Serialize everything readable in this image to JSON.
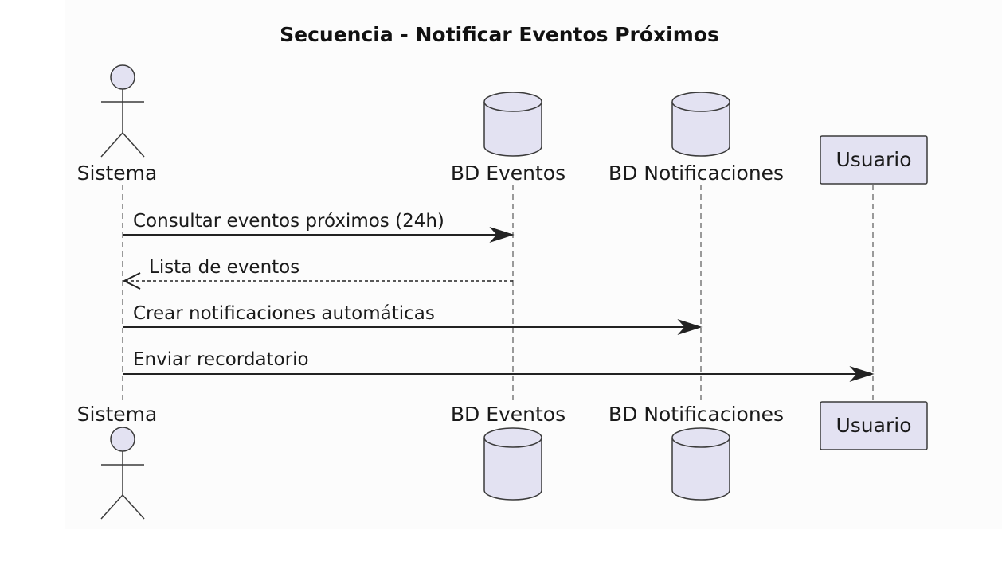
{
  "diagram": {
    "title": "Secuencia - Notificar Eventos Próximos",
    "participants": [
      {
        "id": "sistema",
        "label": "Sistema",
        "kind": "actor",
        "icon": "actor-stick-figure-icon"
      },
      {
        "id": "bd_eventos",
        "label": "BD Eventos",
        "kind": "database",
        "icon": "database-cylinder-icon"
      },
      {
        "id": "bd_notificaciones",
        "label": "BD Notificaciones",
        "kind": "database",
        "icon": "database-cylinder-icon"
      },
      {
        "id": "usuario",
        "label": "Usuario",
        "kind": "participant",
        "icon": "participant-box"
      }
    ],
    "messages": [
      {
        "from": "sistema",
        "to": "bd_eventos",
        "label": "Consultar eventos próximos (24h)",
        "style": "solid"
      },
      {
        "from": "bd_eventos",
        "to": "sistema",
        "label": "Lista de eventos",
        "style": "dashed"
      },
      {
        "from": "sistema",
        "to": "bd_notificaciones",
        "label": "Crear notificaciones automáticas",
        "style": "solid"
      },
      {
        "from": "sistema",
        "to": "usuario",
        "label": "Enviar recordatorio",
        "style": "solid"
      }
    ],
    "colors": {
      "participant_fill": "#e3e2f2",
      "outline": "#3b3b3b",
      "arrow": "#222222"
    }
  }
}
